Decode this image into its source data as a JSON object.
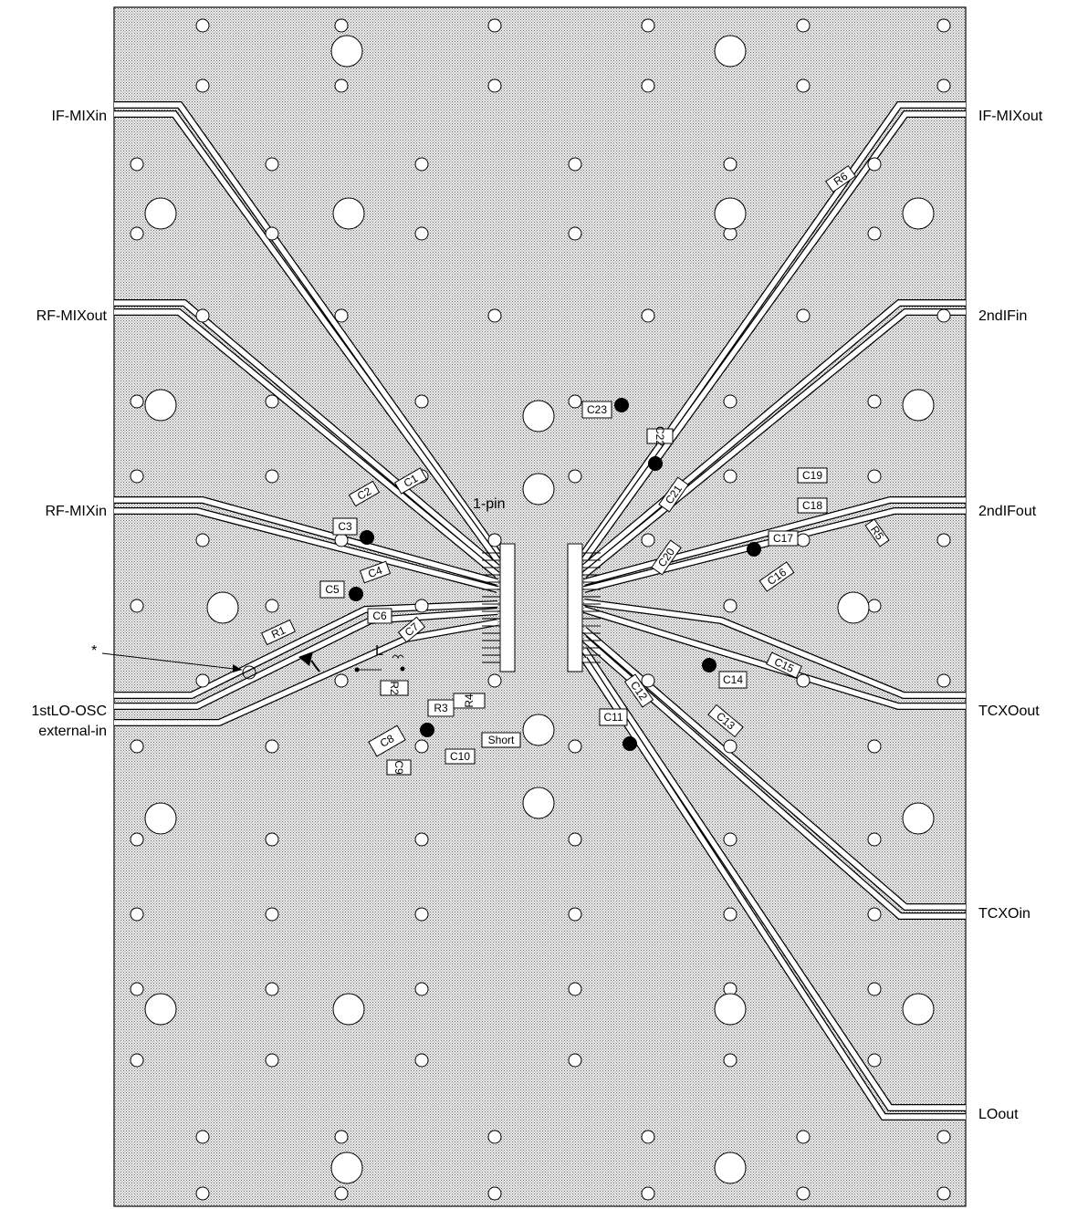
{
  "ports": {
    "if_mix_in": "IF-MIXin",
    "rf_mix_out": "RF-MIXout",
    "rf_mix_in": "RF-MIXin",
    "lo_osc_line1": "1stLO-OSC",
    "lo_osc_line2": "external-in",
    "if_mix_out": "IF-MIXout",
    "second_if_in": "2ndIFin",
    "second_if_out": "2ndIFout",
    "tcxo_out": "TCXOout",
    "tcxo_in": "TCXOin",
    "lo_out": "LOout"
  },
  "markers": {
    "pin1": "1-pin",
    "asterisk": "*",
    "inductor": "L",
    "short": "Short"
  },
  "components": {
    "c1": "C1",
    "c2": "C2",
    "c3": "C3",
    "c4": "C4",
    "c5": "C5",
    "c6": "C6",
    "c7": "C7",
    "c8": "C8",
    "c9": "C9",
    "c10": "C10",
    "c11": "C11",
    "c12": "C12",
    "c13": "C13",
    "c14": "C14",
    "c15": "C15",
    "c16": "C16",
    "c17": "C17",
    "c18": "C18",
    "c19": "C19",
    "c20": "C20",
    "c21": "C21",
    "c22": "C22",
    "c23": "C23",
    "r1": "R1",
    "r2": "R2",
    "r3": "R3",
    "r4": "R4",
    "r5": "R5",
    "r6": "R6"
  },
  "colors": {
    "ground_fill": "#c8c8c8",
    "trace": "#ffffff",
    "outline": "#000000"
  }
}
